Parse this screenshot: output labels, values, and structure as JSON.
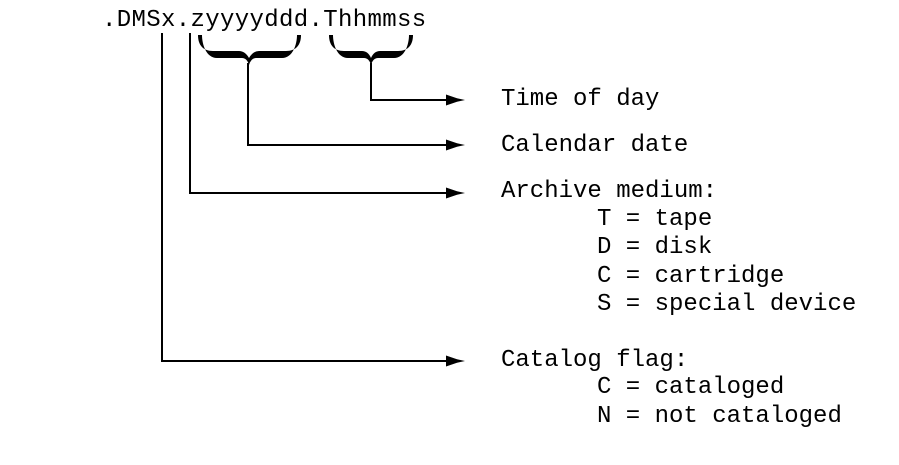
{
  "figure": {
    "title_pattern": ".DMSx.zyyyyddd.Thhmmss",
    "ink_color": "#000000",
    "background_color": "#ffffff",
    "callouts": [
      {
        "label": "Time of day",
        "pattern_part": "hhmmss",
        "items": []
      },
      {
        "label": "Calendar date",
        "pattern_part": "yyyyddd",
        "items": []
      },
      {
        "label": "Archive medium:",
        "pattern_part": "z",
        "items": [
          "T = tape",
          "D = disk",
          "C = cartridge",
          "S = special device"
        ]
      },
      {
        "label": "Catalog flag:",
        "pattern_part": "x",
        "items": [
          "C = cataloged",
          "N = not cataloged"
        ]
      }
    ]
  }
}
